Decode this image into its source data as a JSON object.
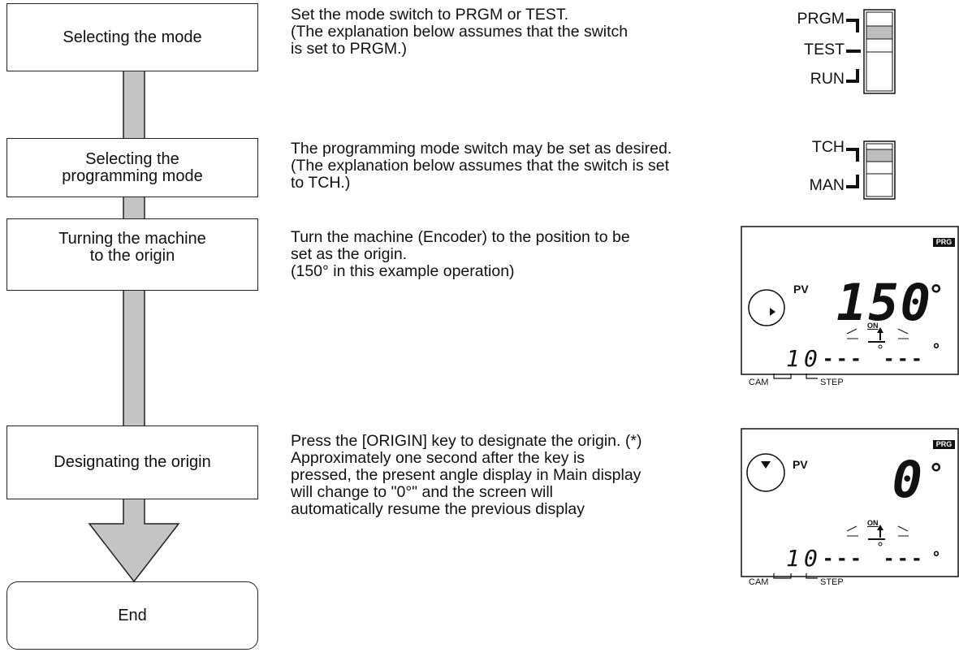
{
  "steps": [
    {
      "label": "Selecting the mode",
      "description": "Set the mode switch to PRGM or TEST.\n(The explanation below assumes that the switch\nis set to PRGM.)"
    },
    {
      "label": "Selecting the\nprogramming mode",
      "description": "The programming mode switch may be set as desired.\n(The explanation below assumes that the switch is set\nto TCH.)"
    },
    {
      "label": "Turning the machine\nto the origin",
      "description": "Turn the machine (Encoder) to the position to be\nset as the origin.\n(150° in this example operation)"
    },
    {
      "label": "Designating the origin",
      "description": "Press the [ORIGIN] key to designate the origin. (*)\nApproximately one second after the key is\npressed, the present angle display in Main display\nwill change to \"0°\" and the screen will\nautomatically resume the previous display"
    },
    {
      "label": "End"
    }
  ],
  "mode_switch": {
    "labels": [
      "PRGM",
      "TEST",
      "RUN"
    ]
  },
  "prog_switch": {
    "labels": [
      "TCH",
      "MAN"
    ]
  },
  "displays": [
    {
      "badge": "PRG",
      "pv_label": "PV",
      "main_value": "150",
      "degree": "°",
      "on_label": "ON",
      "cam": "1",
      "step": "0",
      "dashes": "- - -",
      "dashes2": "- - -",
      "cam_label": "CAM",
      "step_label": "STEP"
    },
    {
      "badge": "PRG",
      "pv_label": "PV",
      "main_value": "0",
      "degree": "°",
      "on_label": "ON",
      "cam": "1",
      "step": "0",
      "dashes": "- - -",
      "dashes2": "- - -",
      "cam_label": "CAM",
      "step_label": "STEP"
    }
  ]
}
